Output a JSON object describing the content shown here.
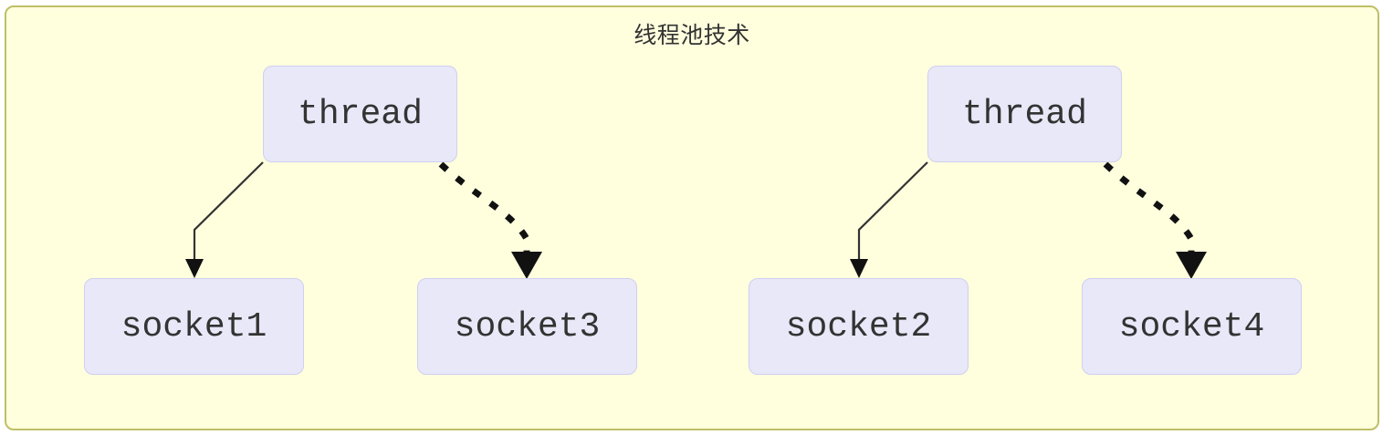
{
  "diagram": {
    "type": "flowchart",
    "title": "线程池技术",
    "container": {
      "label": "线程池技术",
      "fill_color": "#ffffde",
      "border_color": "#bfbf67"
    },
    "node_style": {
      "fill_color": "#e8e8f8",
      "border_color": "#cfcff2",
      "text_color": "#333333"
    },
    "nodes": [
      {
        "id": "thread-a",
        "label": "thread"
      },
      {
        "id": "thread-b",
        "label": "thread"
      },
      {
        "id": "socket1",
        "label": "socket1"
      },
      {
        "id": "socket3",
        "label": "socket3"
      },
      {
        "id": "socket2",
        "label": "socket2"
      },
      {
        "id": "socket4",
        "label": "socket4"
      }
    ],
    "edges": [
      {
        "from": "thread-a",
        "to": "socket1",
        "style": "solid",
        "label": ""
      },
      {
        "from": "thread-a",
        "to": "socket3",
        "style": "dashed",
        "label": ""
      },
      {
        "from": "thread-b",
        "to": "socket2",
        "style": "solid",
        "label": ""
      },
      {
        "from": "thread-b",
        "to": "socket4",
        "style": "dashed",
        "label": ""
      }
    ]
  }
}
